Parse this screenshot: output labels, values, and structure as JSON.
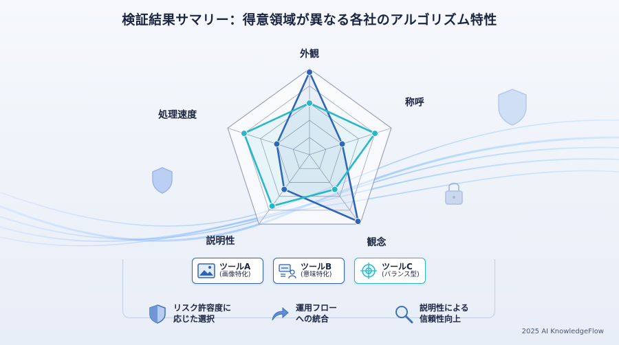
{
  "title": "検証結果サマリー：得意領域が異なる各社のアルゴリズム特性",
  "chart_data": {
    "type": "radar",
    "axes": [
      "外観",
      "称呼",
      "観念",
      "説明性",
      "処理速度"
    ],
    "range": [
      0,
      5
    ],
    "series": [
      {
        "name": "ツールA",
        "values": [
          4.8,
          2.0,
          4.8,
          2.5,
          2.0
        ],
        "color": "#2f63b8"
      },
      {
        "name": "ツールC",
        "values": [
          3.0,
          4.0,
          2.5,
          3.7,
          4.0
        ],
        "color": "#27b7c8"
      }
    ]
  },
  "legend": [
    {
      "name": "ツールA",
      "sub": "(画像特化)",
      "icon": "image-icon"
    },
    {
      "name": "ツールB",
      "sub": "(意味特化)",
      "icon": "text-profile-icon"
    },
    {
      "name": "ツールC",
      "sub": "(バランス型)",
      "icon": "target-icon"
    }
  ],
  "features": [
    {
      "line1": "リスク許容度に",
      "line2": "応じた選択",
      "icon": "shield-icon"
    },
    {
      "line1": "運用フロー",
      "line2": "への統合",
      "icon": "arrow-icon"
    },
    {
      "line1": "説明性による",
      "line2": "信頼性向上",
      "icon": "magnifier-icon"
    }
  ],
  "copyright": "2025 AI KnowledgeFlow"
}
